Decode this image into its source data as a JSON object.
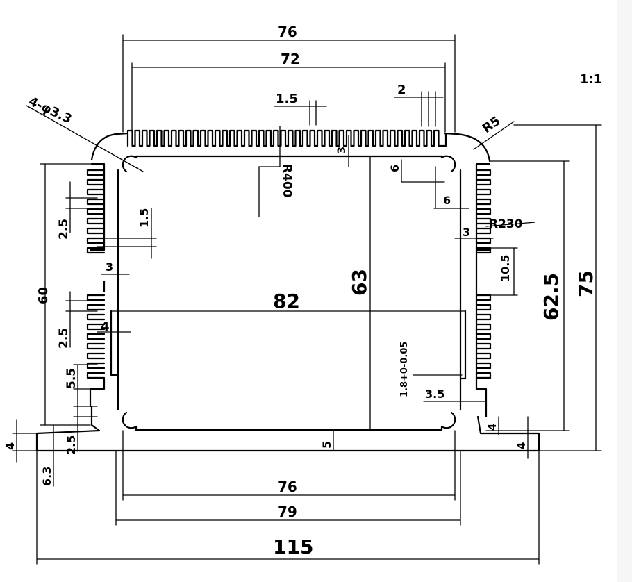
{
  "scale": "1:1",
  "overall_width": "115",
  "base_width": "79",
  "inner_bottom_width": "76",
  "top_outer_width": "76",
  "top_inner_width": "72",
  "fin_gap_top": "1.5",
  "fin_pitch_top": "2",
  "top_wall": "3",
  "hole_spec": "4-φ3.3",
  "corner_radius": "R5",
  "top_arc_radius": "R400",
  "slot_depth": "6",
  "slot_width": "6",
  "right_wall": "3",
  "right_arc_radius": "R230",
  "right_rail": "10.5",
  "inner_width": "82",
  "inner_height": "63",
  "height_62_5": "62.5",
  "height_75": "75",
  "left_height": "60",
  "left_fin_1": "2.5",
  "left_fin_gap": "1.5",
  "left_wall_top": "3",
  "left_fin_2": "2.5",
  "left_slot": "4",
  "left_step": "5.5",
  "left_fin_3": "2.5",
  "base_flange": "4",
  "base_total": "6.3",
  "bottom_wall": "5",
  "groove_tolerance": "1.8+0-0.05",
  "groove_depth": "3.5",
  "right_foot": "4",
  "right_flange": "4"
}
